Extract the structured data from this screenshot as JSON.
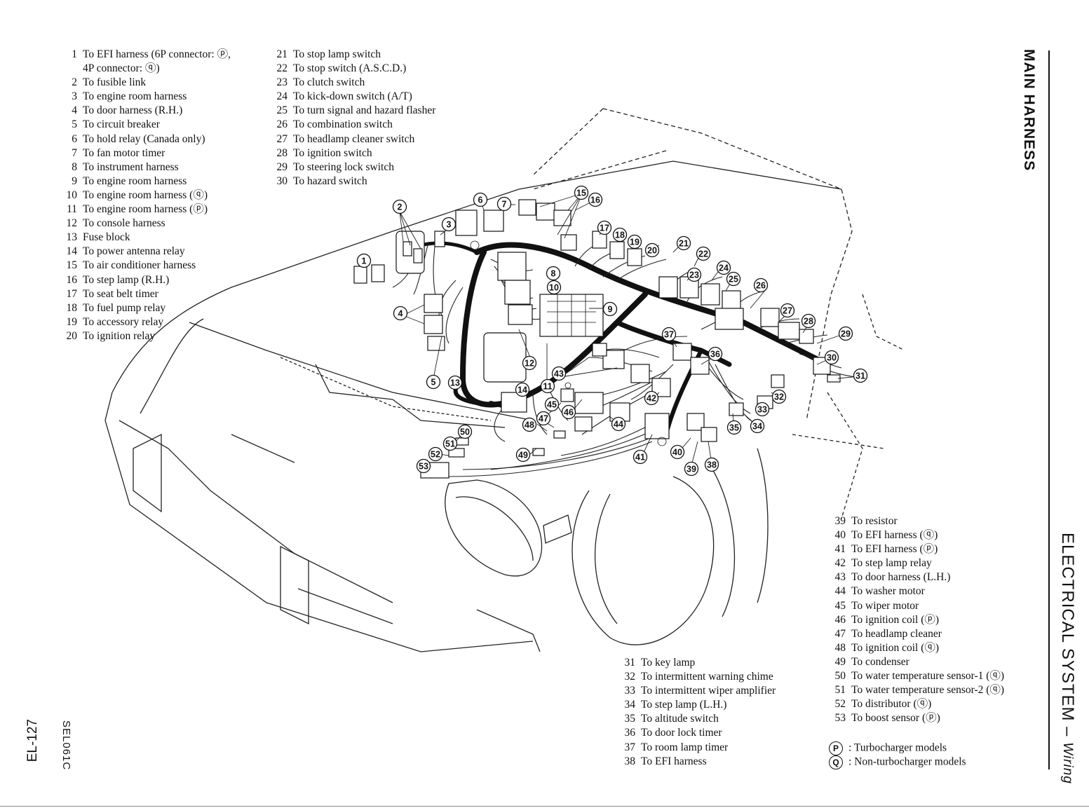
{
  "legend_left": [
    {
      "num": "1",
      "text": "To EFI harness (6P connector: ⓟ,",
      "cont": "4P connector: ⓠ)"
    },
    {
      "num": "2",
      "text": "To fusible link"
    },
    {
      "num": "3",
      "text": "To engine room harness"
    },
    {
      "num": "4",
      "text": "To door harness (R.H.)"
    },
    {
      "num": "5",
      "text": "To circuit breaker"
    },
    {
      "num": "6",
      "text": "To hold relay (Canada only)"
    },
    {
      "num": "7",
      "text": "To fan motor timer"
    },
    {
      "num": "8",
      "text": "To instrument harness"
    },
    {
      "num": "9",
      "text": "To engine room harness"
    },
    {
      "num": "10",
      "text": "To engine room harness (ⓠ)"
    },
    {
      "num": "11",
      "text": "To engine room harness (ⓟ)"
    },
    {
      "num": "12",
      "text": "To console harness"
    },
    {
      "num": "13",
      "text": "Fuse block"
    },
    {
      "num": "14",
      "text": "To power antenna relay"
    },
    {
      "num": "15",
      "text": "To air conditioner harness"
    },
    {
      "num": "16",
      "text": "To step lamp (R.H.)"
    },
    {
      "num": "17",
      "text": "To seat belt timer"
    },
    {
      "num": "18",
      "text": "To fuel pump relay"
    },
    {
      "num": "19",
      "text": "To accessory relay"
    },
    {
      "num": "20",
      "text": "To ignition relay"
    }
  ],
  "legend_mid": [
    {
      "num": "21",
      "text": "To stop lamp switch"
    },
    {
      "num": "22",
      "text": "To stop switch (A.S.C.D.)"
    },
    {
      "num": "23",
      "text": "To clutch switch"
    },
    {
      "num": "24",
      "text": "To kick-down switch (A/T)"
    },
    {
      "num": "25",
      "text": "To turn signal and hazard flasher"
    },
    {
      "num": "26",
      "text": "To combination switch"
    },
    {
      "num": "27",
      "text": "To headlamp cleaner switch"
    },
    {
      "num": "28",
      "text": "To ignition switch"
    },
    {
      "num": "29",
      "text": "To steering lock switch"
    },
    {
      "num": "30",
      "text": "To hazard switch"
    }
  ],
  "legend_right": [
    {
      "num": "39",
      "text": "To resistor"
    },
    {
      "num": "40",
      "text": "To EFI harness (ⓠ)"
    },
    {
      "num": "41",
      "text": "To EFI harness (ⓟ)"
    },
    {
      "num": "42",
      "text": "To step lamp relay"
    },
    {
      "num": "43",
      "text": "To door harness (L.H.)"
    },
    {
      "num": "44",
      "text": "To washer motor"
    },
    {
      "num": "45",
      "text": "To wiper motor"
    },
    {
      "num": "46",
      "text": "To ignition coil (ⓟ)"
    },
    {
      "num": "47",
      "text": "To headlamp cleaner"
    },
    {
      "num": "48",
      "text": "To ignition coil (ⓠ)"
    },
    {
      "num": "49",
      "text": "To condenser"
    },
    {
      "num": "50",
      "text": "To water temperature sensor-1 (ⓠ)"
    },
    {
      "num": "51",
      "text": "To water temperature sensor-2 (ⓠ)"
    },
    {
      "num": "52",
      "text": "To distributor (ⓠ)"
    },
    {
      "num": "53",
      "text": "To boost sensor (ⓟ)"
    }
  ],
  "legend_bottom": [
    {
      "num": "31",
      "text": "To key lamp"
    },
    {
      "num": "32",
      "text": "To intermittent warning chime"
    },
    {
      "num": "33",
      "text": "To intermittent wiper amplifier"
    },
    {
      "num": "34",
      "text": "To step lamp (L.H.)"
    },
    {
      "num": "35",
      "text": "To altitude switch"
    },
    {
      "num": "36",
      "text": "To door lock timer"
    },
    {
      "num": "37",
      "text": "To room lamp timer"
    },
    {
      "num": "38",
      "text": "To EFI harness"
    }
  ],
  "key": {
    "p_symbol": "P",
    "p_text": ": Turbocharger models",
    "q_symbol": "Q",
    "q_text": ": Non-turbocharger models"
  },
  "section_title": "MAIN HARNESS",
  "chapter_title": "ELECTRICAL SYSTEM – ",
  "chapter_sub": "Wiring",
  "page_number": "EL-127",
  "figure_code": "SEL061C",
  "callouts": [
    "1",
    "2",
    "3",
    "4",
    "5",
    "6",
    "7",
    "8",
    "9",
    "10",
    "11",
    "12",
    "13",
    "14",
    "15",
    "16",
    "17",
    "18",
    "19",
    "20",
    "21",
    "22",
    "23",
    "24",
    "25",
    "26",
    "27",
    "28",
    "29",
    "30",
    "31",
    "32",
    "33",
    "34",
    "35",
    "36",
    "37",
    "38",
    "39",
    "40",
    "41",
    "42",
    "43",
    "44",
    "45",
    "46",
    "47",
    "48",
    "49",
    "50",
    "51",
    "52",
    "53"
  ]
}
